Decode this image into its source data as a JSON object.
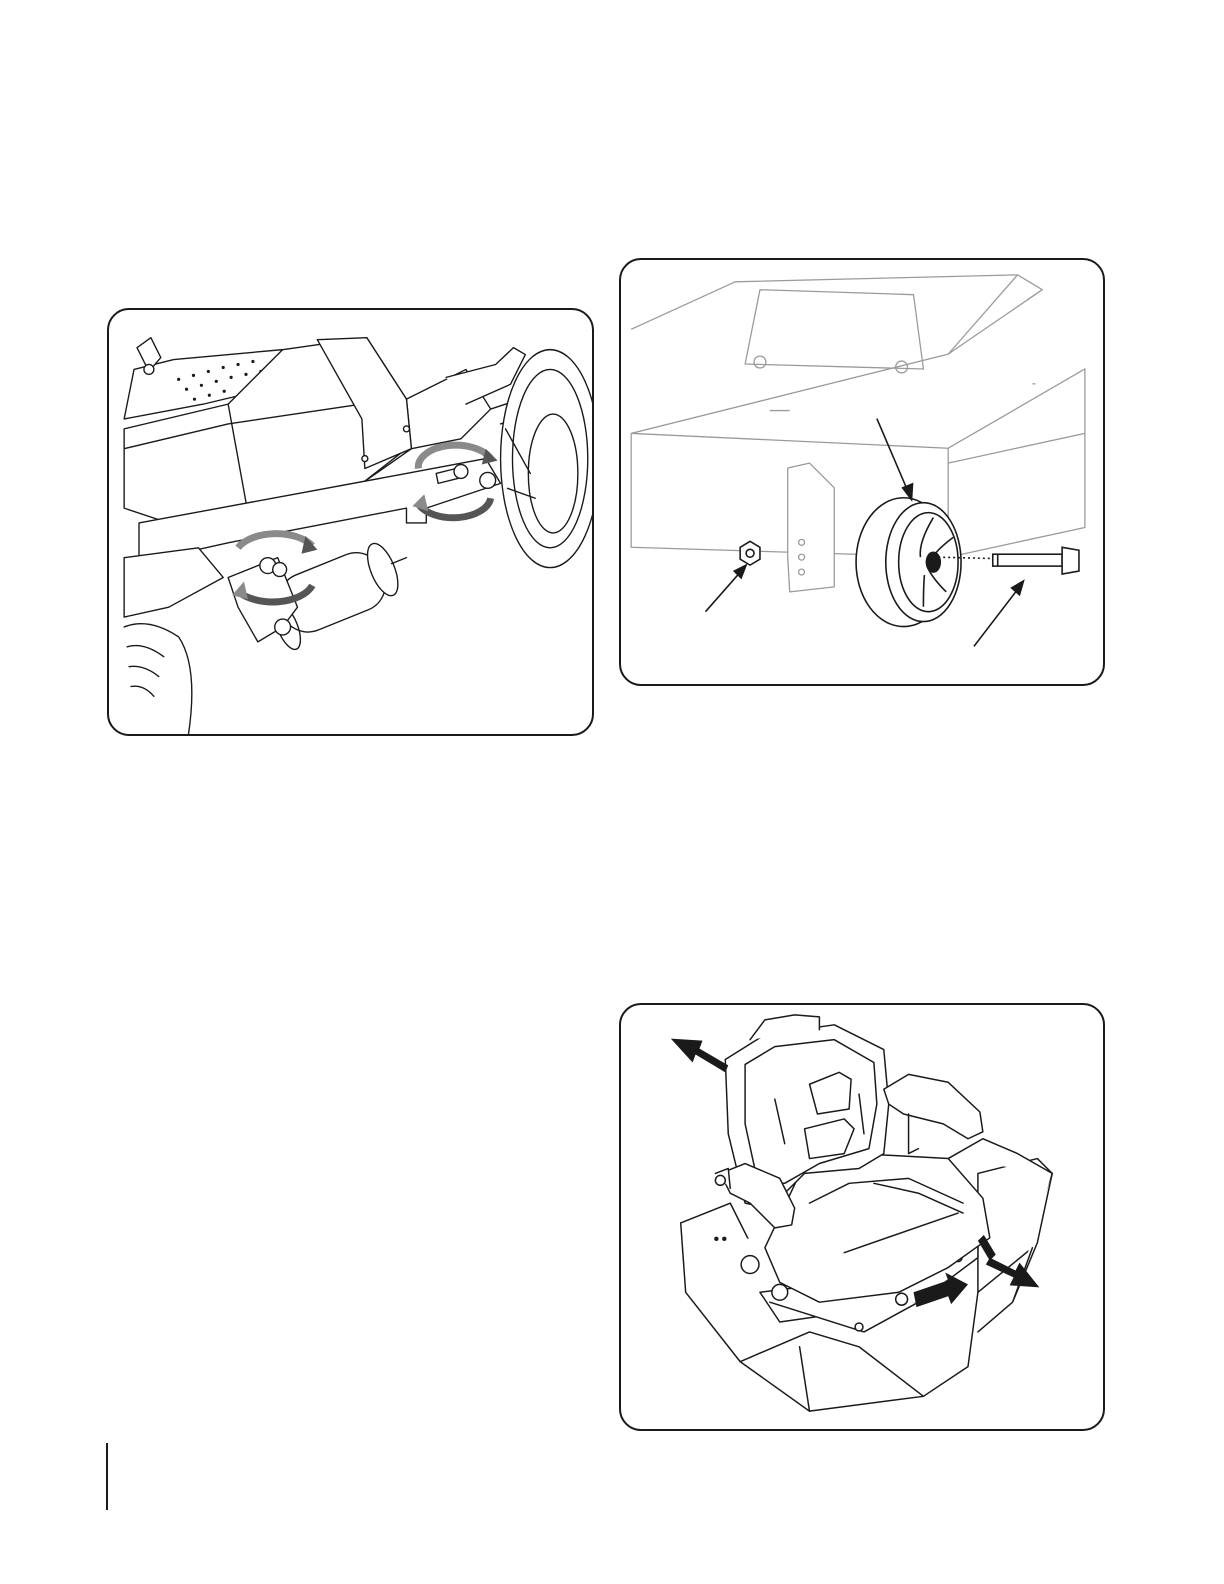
{
  "figures": [
    {
      "name": "deck-roller-adjustment",
      "icons": [
        "rotate-arrow-icon",
        "rotate-arrow-icon"
      ]
    },
    {
      "name": "gauge-wheel-assembly",
      "icons": [
        "callout-arrow-icon",
        "callout-arrow-icon",
        "callout-arrow-icon"
      ]
    },
    {
      "name": "seat-adjustment",
      "icons": [
        "move-arrow-icon",
        "move-arrow-icon",
        "move-arrow-icon"
      ]
    }
  ],
  "colors": {
    "line": "#1a1a1a",
    "light_line": "#9a9a9a",
    "fill": "#ffffff",
    "shade": "#555555"
  }
}
